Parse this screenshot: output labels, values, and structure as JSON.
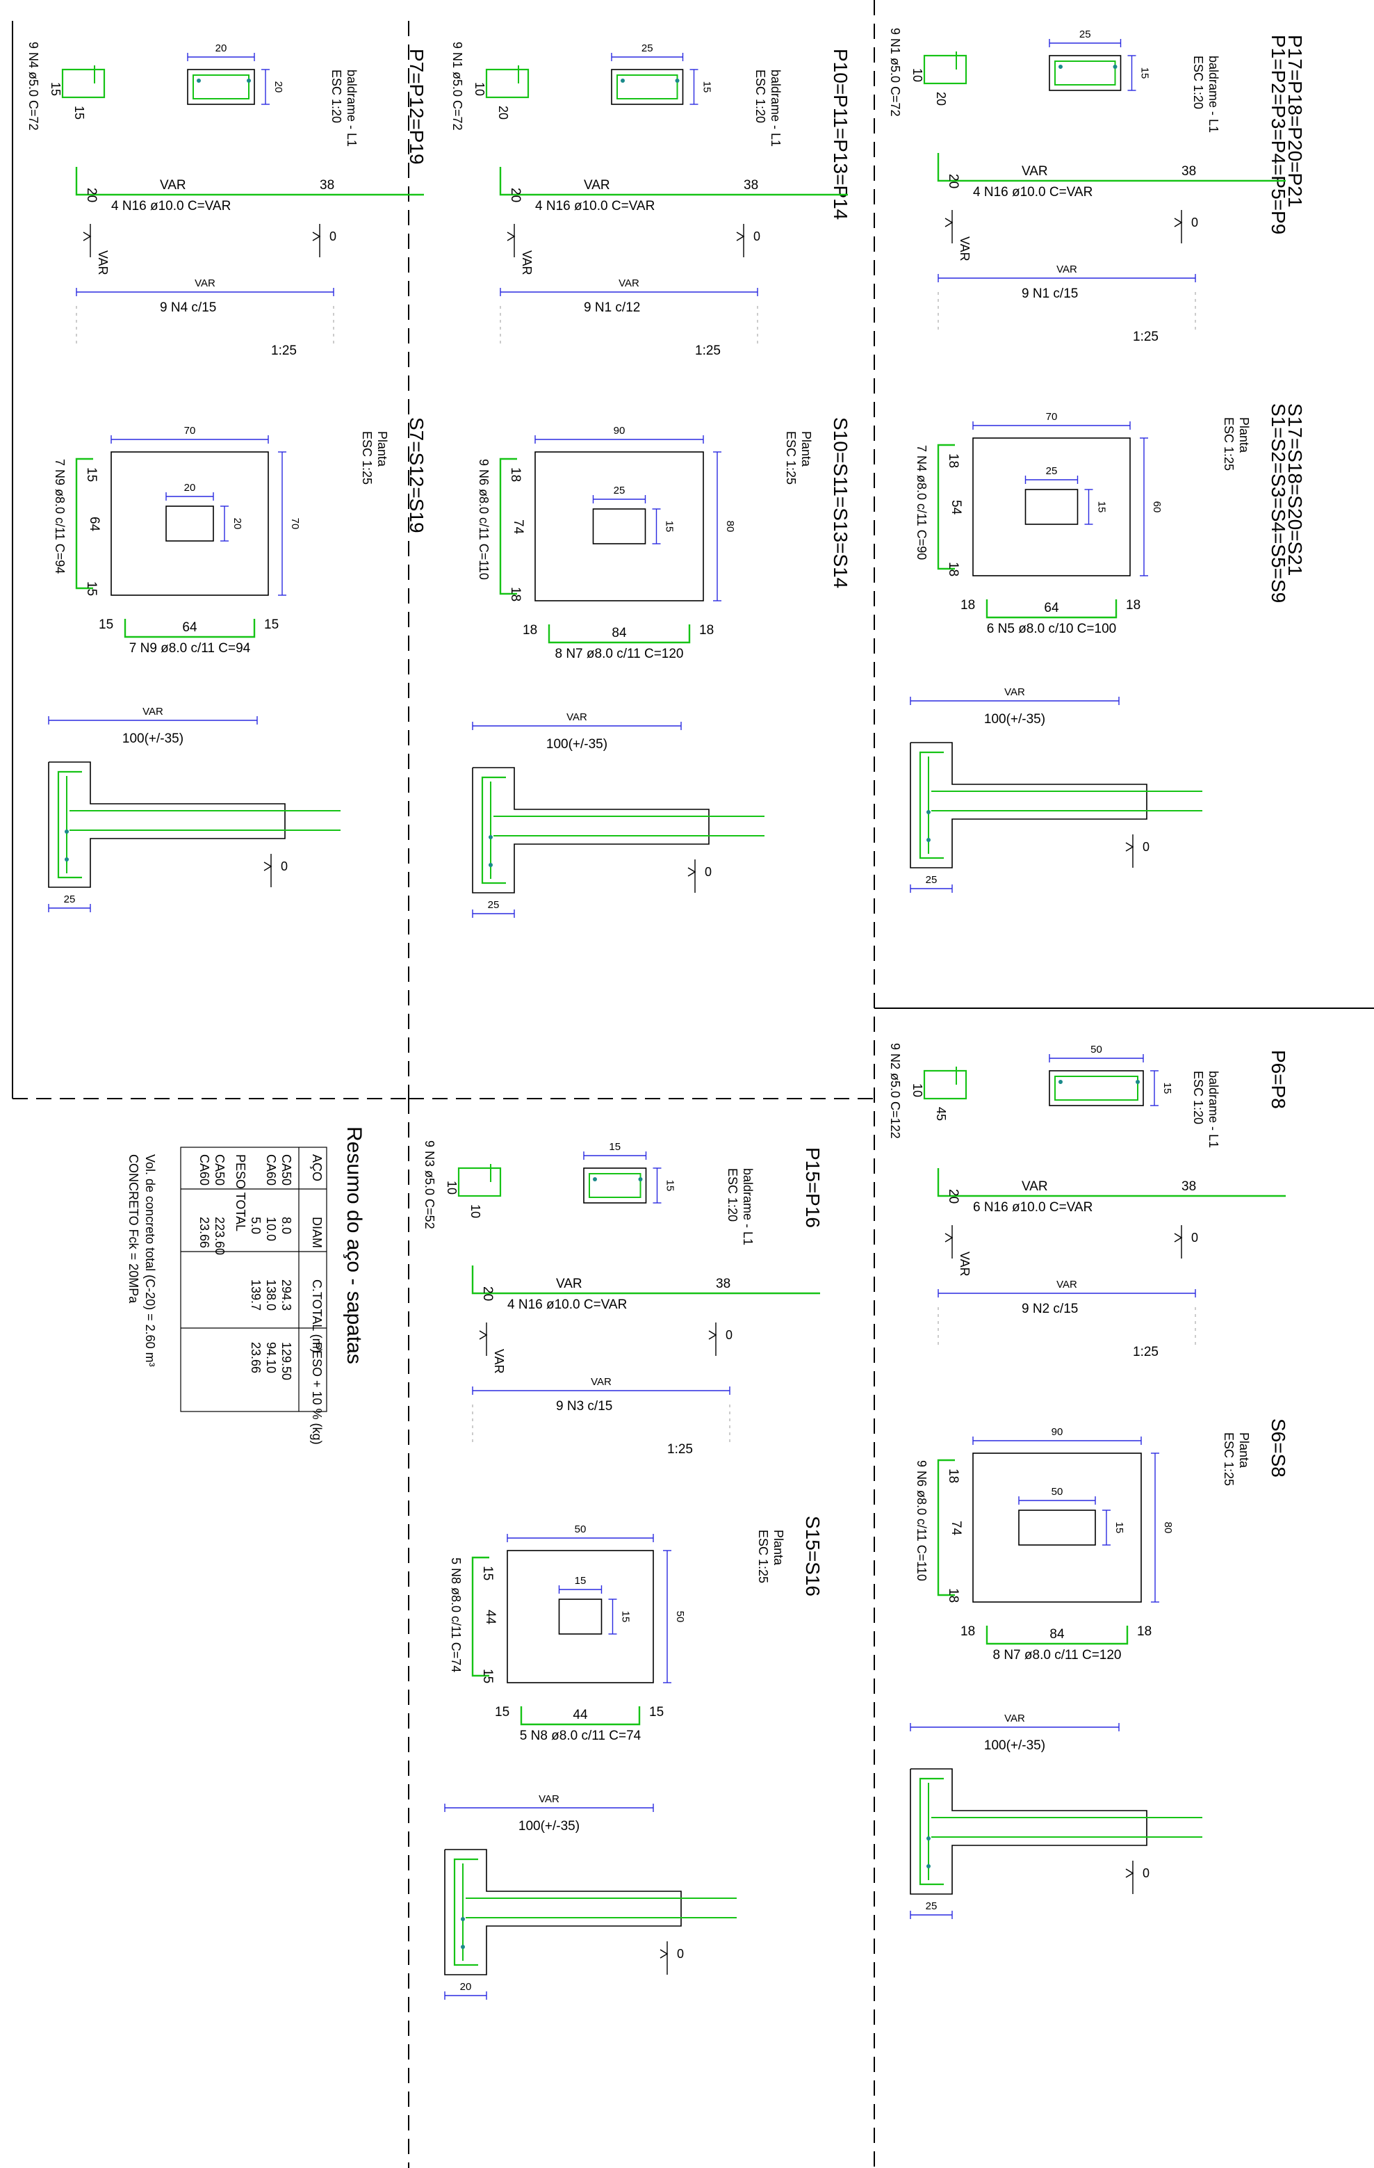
{
  "blocks": [
    {
      "id": "col3-top",
      "title_lines": [
        "P1=P2=P3=P4=P5=P9",
        "P17=P18=P20=P21"
      ],
      "baldrame": {
        "label": "baldrame - L1",
        "scale": "ESC 1:20",
        "w": "25",
        "h": "15",
        "stirrup_w": "20",
        "stirrup_h": "10",
        "stirrup_label": "9 N1 ø5.0  C=72"
      },
      "long_bar": {
        "left": "20",
        "middle": "VAR",
        "right": "38",
        "label": "4 N16 ø10.0  C=VAR"
      },
      "stirrup_run": {
        "var": "VAR",
        "label": "9 N1 c/15",
        "scale": "1:25"
      },
      "level_zero": "0",
      "var_vertical": "VAR",
      "sapata": {
        "title_lines": [
          "S1=S2=S3=S4=S5=S9",
          "S17=S18=S20=S21"
        ],
        "planta": "Planta",
        "scale": "ESC 1:25",
        "outer_w": "70",
        "outer_h": "60",
        "col_w": "25",
        "col_h": "15",
        "bar_a_label": "7 N4 ø8.0 c/11  C=90",
        "bar_a_end": "18",
        "bar_a_mid": "54",
        "bar_b_label": "6 N5 ø8.0 c/10  C=100",
        "bar_b_end": "18",
        "bar_b_mid": "64"
      },
      "section": {
        "var": "VAR",
        "depth": "100(+/-35)",
        "zero": "0",
        "width": "25"
      }
    },
    {
      "id": "col3-bottom",
      "title_lines": [
        "P6=P8"
      ],
      "baldrame": {
        "label": "baldrame - L1",
        "scale": "ESC 1:20",
        "w": "50",
        "h": "15",
        "stirrup_w": "45",
        "stirrup_h": "10",
        "stirrup_label": "9 N2 ø5.0  C=122"
      },
      "long_bar": {
        "left": "20",
        "middle": "VAR",
        "right": "38",
        "label": "6 N16 ø10.0  C=VAR"
      },
      "stirrup_run": {
        "var": "VAR",
        "label": "9 N2 c/15",
        "scale": "1:25"
      },
      "level_zero": "0",
      "var_vertical": "VAR",
      "sapata": {
        "title_lines": [
          "S6=S8"
        ],
        "planta": "Planta",
        "scale": "ESC 1:25",
        "outer_w": "90",
        "outer_h": "80",
        "col_w": "50",
        "col_h": "15",
        "bar_a_label": "9 N6 ø8.0 c/11  C=110",
        "bar_a_end": "18",
        "bar_a_mid": "74",
        "bar_b_label": "8 N7 ø8.0 c/11  C=120",
        "bar_b_end": "18",
        "bar_b_mid": "84"
      },
      "section": {
        "var": "VAR",
        "depth": "100(+/-35)",
        "zero": "0",
        "width": "25"
      }
    },
    {
      "id": "col2-top",
      "title_lines": [
        "P10=P11=P13=P14"
      ],
      "baldrame": {
        "label": "baldrame - L1",
        "scale": "ESC 1:20",
        "w": "25",
        "h": "15",
        "stirrup_w": "20",
        "stirrup_h": "10",
        "stirrup_label": "9 N1 ø5.0  C=72"
      },
      "long_bar": {
        "left": "20",
        "middle": "VAR",
        "right": "38",
        "label": "4 N16 ø10.0  C=VAR"
      },
      "stirrup_run": {
        "var": "VAR",
        "label": "9 N1 c/12",
        "scale": "1:25"
      },
      "level_zero": "0",
      "var_vertical": "VAR",
      "sapata": {
        "title_lines": [
          "S10=S11=S13=S14"
        ],
        "planta": "Planta",
        "scale": "ESC 1:25",
        "outer_w": "90",
        "outer_h": "80",
        "col_w": "25",
        "col_h": "15",
        "bar_a_label": "9 N6 ø8.0 c/11  C=110",
        "bar_a_end": "18",
        "bar_a_mid": "74",
        "bar_b_label": "8 N7 ø8.0 c/11  C=120",
        "bar_b_end": "18",
        "bar_b_mid": "84"
      },
      "section": {
        "var": "VAR",
        "depth": "100(+/-35)",
        "zero": "0",
        "width": "25"
      }
    },
    {
      "id": "col2-bottom",
      "title_lines": [
        "P15=P16"
      ],
      "baldrame": {
        "label": "baldrame - L1",
        "scale": "ESC 1:20",
        "w": "15",
        "h": "15",
        "stirrup_w": "10",
        "stirrup_h": "10",
        "stirrup_label": "9 N3 ø5.0  C=52"
      },
      "long_bar": {
        "left": "20",
        "middle": "VAR",
        "right": "38",
        "label": "4 N16 ø10.0  C=VAR"
      },
      "stirrup_run": {
        "var": "VAR",
        "label": "9 N3 c/15",
        "scale": "1:25"
      },
      "level_zero": "0",
      "var_vertical": "VAR",
      "sapata": {
        "title_lines": [
          "S15=S16"
        ],
        "planta": "Planta",
        "scale": "ESC 1:25",
        "outer_w": "50",
        "outer_h": "50",
        "col_w": "15",
        "col_h": "15",
        "bar_a_label": "5 N8 ø8.0 c/11  C=74",
        "bar_a_end": "15",
        "bar_a_mid": "44",
        "bar_b_label": "5 N8 ø8.0 c/11  C=74",
        "bar_b_end": "15",
        "bar_b_mid": "44"
      },
      "section": {
        "var": "VAR",
        "depth": "100(+/-35)",
        "zero": "0",
        "width": "20"
      }
    },
    {
      "id": "col1-top",
      "title_lines": [
        "P7=P12=P19"
      ],
      "baldrame": {
        "label": "baldrame - L1",
        "scale": "ESC 1:20",
        "w": "20",
        "h": "20",
        "stirrup_w": "15",
        "stirrup_h": "15",
        "stirrup_label": "9 N4 ø5.0  C=72"
      },
      "long_bar": {
        "left": "20",
        "middle": "VAR",
        "right": "38",
        "label": "4 N16 ø10.0  C=VAR"
      },
      "stirrup_run": {
        "var": "VAR",
        "label": "9 N4 c/15",
        "scale": "1:25"
      },
      "level_zero": "0",
      "var_vertical": "VAR",
      "sapata": {
        "title_lines": [
          "S7=S12=S19"
        ],
        "planta": "Planta",
        "scale": "ESC 1:25",
        "outer_w": "70",
        "outer_h": "70",
        "col_w": "20",
        "col_h": "20",
        "bar_a_label": "7 N9 ø8.0 c/11  C=94",
        "bar_a_end": "15",
        "bar_a_mid": "64",
        "bar_b_label": "7 N9 ø8.0 c/11  C=94",
        "bar_b_end": "15",
        "bar_b_mid": "64"
      },
      "section": {
        "var": "VAR",
        "depth": "100(+/-35)",
        "zero": "0",
        "width": "25"
      }
    }
  ],
  "summary": {
    "title": "Resumo do aço - sapatas",
    "headers": [
      "AÇO",
      "DIAM",
      "C.TOTAL (m)",
      "PESO + 10 % (kg)"
    ],
    "rows": [
      [
        "CA50",
        "8.0",
        "294.3",
        "129.50"
      ],
      [
        "CA60",
        "10.0",
        "138.0",
        "94.10"
      ],
      [
        "",
        "5.0",
        "139.7",
        "23.66"
      ]
    ],
    "peso_total_label": "PESO TOTAL",
    "totals": [
      [
        "CA50",
        "223.60"
      ],
      [
        "CA60",
        "23.66"
      ]
    ],
    "concrete_volume": "Vol. de concreto total (C-20) = 2.60 m³",
    "concrete_fck": "CONCRETO Fck = 20MPa"
  },
  "colors": {
    "rebar": "#16c316",
    "dimension": "#2a2ae0",
    "line": "#000000",
    "bar_dot": "#1a8a8a"
  }
}
